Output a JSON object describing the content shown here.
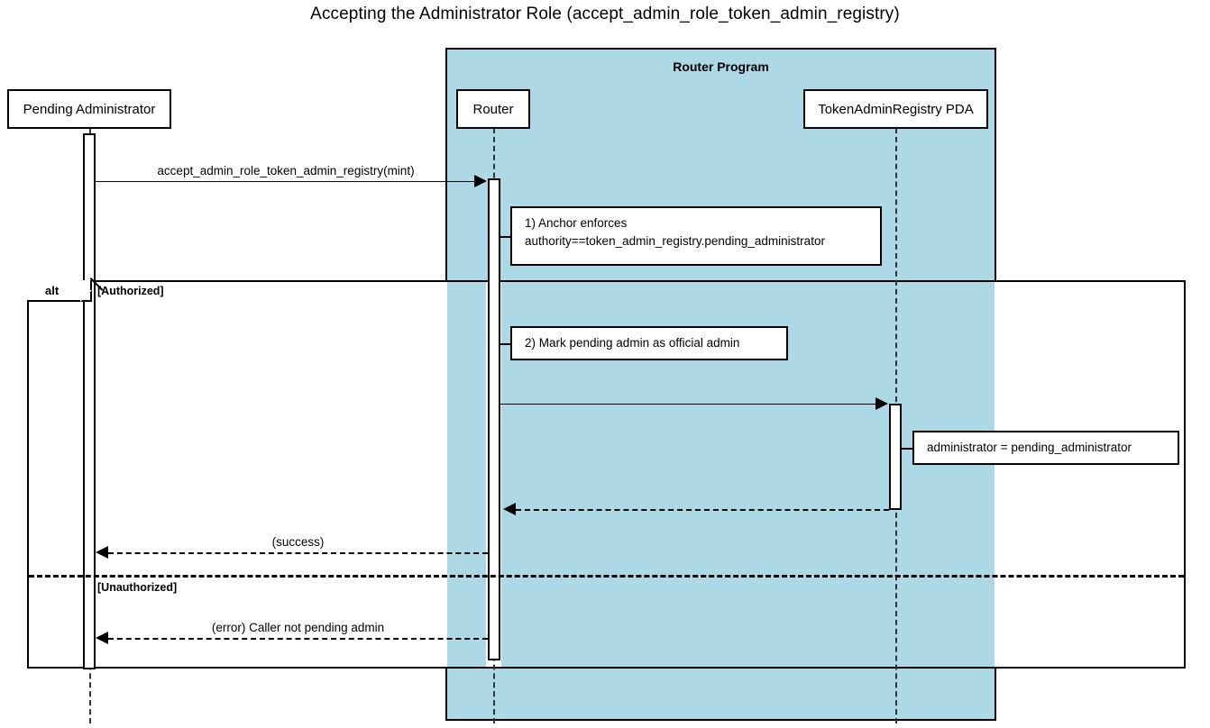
{
  "diagram": {
    "type": "uml-sequence-diagram",
    "title": "Accepting the Administrator Role (accept_admin_role_token_admin_registry)",
    "colors": {
      "group_fill": "#ADD8E6",
      "stroke": "#000000",
      "background": "#FFFFFF"
    }
  },
  "group": {
    "label": "Router Program"
  },
  "participants": [
    {
      "id": "pending-administrator",
      "label": "Pending Administrator"
    },
    {
      "id": "router",
      "label": "Router"
    },
    {
      "id": "token-admin-registry-pda",
      "label": "TokenAdminRegistry PDA"
    }
  ],
  "messages": [
    {
      "id": "msg-accept-admin-role",
      "label": "accept_admin_role_token_admin_registry(mint)",
      "from": "pending-administrator",
      "to": "router",
      "style": "solid",
      "direction": "right"
    },
    {
      "id": "msg-update-registry",
      "label": "",
      "from": "router",
      "to": "token-admin-registry-pda",
      "style": "solid",
      "direction": "right"
    },
    {
      "id": "msg-registry-return",
      "label": "",
      "from": "token-admin-registry-pda",
      "to": "router",
      "style": "dashed",
      "direction": "left"
    },
    {
      "id": "msg-success",
      "label": "(success)",
      "from": "router",
      "to": "pending-administrator",
      "style": "dashed",
      "direction": "left"
    },
    {
      "id": "msg-error",
      "label": "(error) Caller not pending admin",
      "from": "router",
      "to": "pending-administrator",
      "style": "dashed",
      "direction": "left"
    }
  ],
  "notes": [
    {
      "id": "note-anchor-enforces",
      "text": "1) Anchor enforces\nauthority==token_admin_registry.pending_administrator",
      "attached_to": "router"
    },
    {
      "id": "note-mark-admin",
      "text": "2) Mark pending admin as official admin",
      "attached_to": "router"
    },
    {
      "id": "note-administrator-assignment",
      "text": "administrator = pending_administrator",
      "attached_to": "token-admin-registry-pda"
    }
  ],
  "fragment": {
    "operator": "alt",
    "guards": [
      {
        "id": "guard-authorized",
        "label": "[Authorized]"
      },
      {
        "id": "guard-unauthorized",
        "label": "[Unauthorized]"
      }
    ]
  }
}
